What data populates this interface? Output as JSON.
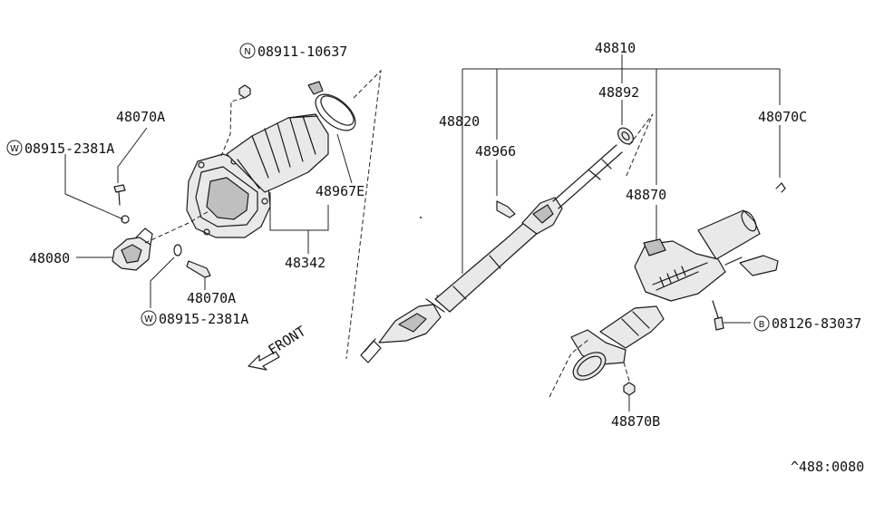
{
  "labels": {
    "n_08911_10637": "08911-10637",
    "p48070A_top": "48070A",
    "w_08915_top": "08915-2381A",
    "p48080": "48080",
    "p48070A_bottom": "48070A",
    "w_08915_bottom": "08915-2381A",
    "p48967E": "48967E",
    "p48342": "48342",
    "p48810": "48810",
    "p48892": "48892",
    "p48820": "48820",
    "p48966": "48966",
    "p48070C": "48070C",
    "p48870": "48870",
    "b_08126_83037": "08126-83037",
    "p48870B": "48870B",
    "front": "FRONT",
    "ref_code": "^488:0080"
  },
  "symbols": {
    "n": "N",
    "w": "W",
    "b": "B"
  },
  "colors": {
    "line": "#1a1a1a",
    "background": "#ffffff"
  }
}
